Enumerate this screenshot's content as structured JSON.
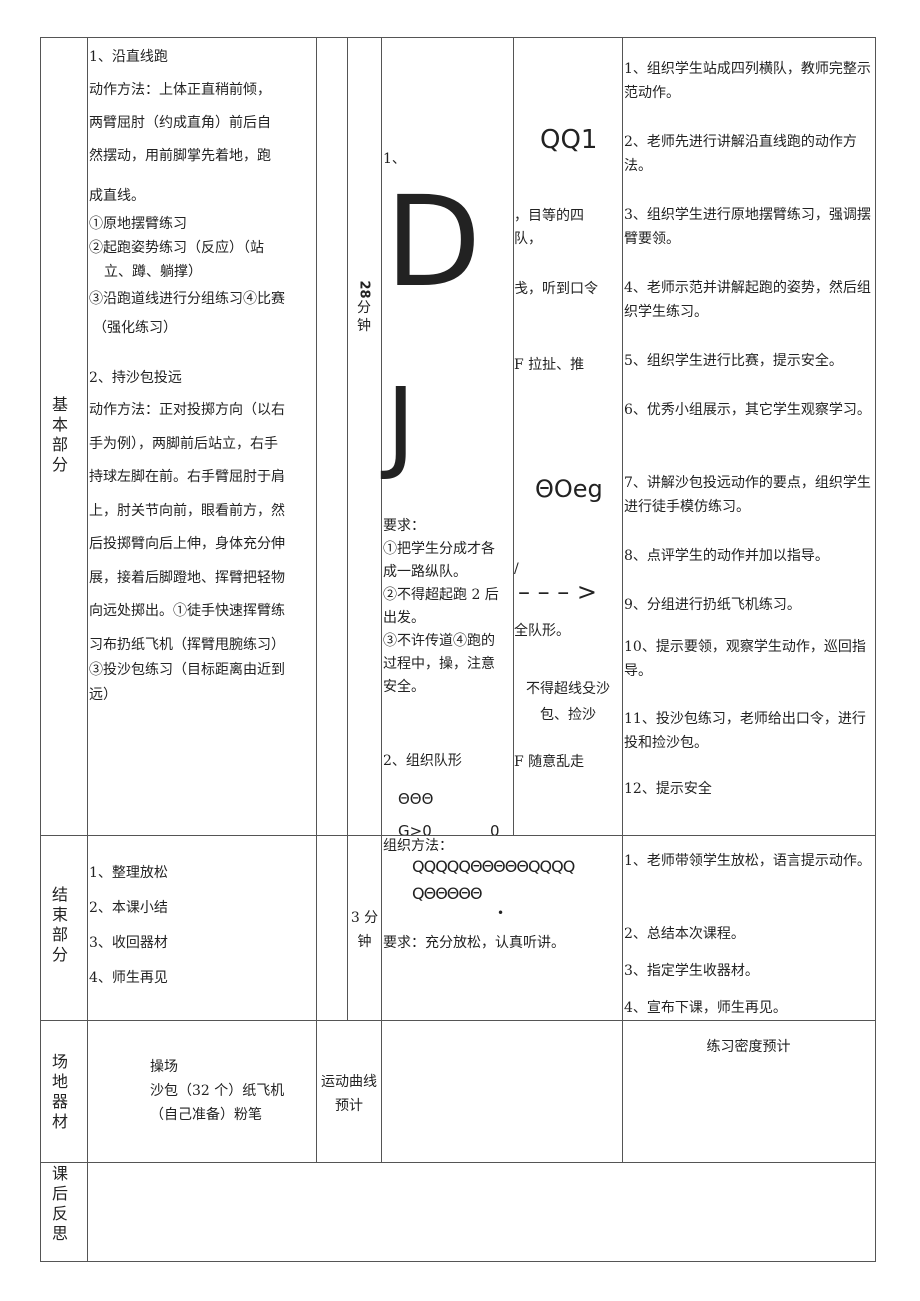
{
  "basic": {
    "label": "基本部分",
    "content": [
      "1、沿直线跑",
      "动作方法：上体正直稍前倾，",
      "两臂屈肘（约成直角）前后自",
      "然摆动，用前脚掌先着地，跑",
      "成直线。",
      "①原地摆臂练习",
      "②起跑姿势练习（反应）（站",
      "立、蹲、躺撑）",
      "③沿跑道线进行分组练习④比赛",
      "（强化练习）",
      "2、持沙包投远",
      "动作方法：正对投掷方向（以右",
      "手为例），两脚前后站立，右手",
      "持球左脚在前。右手臂屈肘于肩",
      "上，肘关节向前，眼看前方，然",
      "后投掷臂向后上伸，身体充分伸",
      "展，接着后脚蹬地、挥臂把轻物",
      "向远处掷出。①徒手快速挥臂练",
      "习布扔纸飞机（挥臂甩腕练习）",
      "③投沙包练习（目标距离由近到",
      "远）"
    ],
    "time": "28",
    "time_unit": "分钟",
    "org": {
      "num": "1、",
      "big1": "D",
      "big2": "J",
      "req_title": "要求：",
      "req": [
        "①把学生分成才各",
        "成一路纵队。",
        "②不得超起跑 2 后",
        "出发。",
        "③不许传道④跑的",
        "过程中，操，注意",
        "安全。"
      ],
      "form_title": "2、组织队形",
      "sym1": "ΘΘΘ",
      "sym2": "G>0",
      "sym3": "0"
    },
    "org2": {
      "sym1": "QQ1",
      "l1": "，目等的四",
      "l2": "队，",
      "l3": "戋，听到口令",
      "l4": "F 拉扯、推",
      "sym2": "ΘOeg",
      "slash": "/",
      "arrow": "– – – >",
      "l5": "全队形。",
      "l6": "不得超线殳沙",
      "l7": "包、捡沙",
      "l8": "F 随意乱走"
    },
    "teacher": [
      "1、组织学生站成四列横队，教师完整示范动作。",
      "2、老师先进行讲解沿直线跑的动作方法。",
      "3、组织学生进行原地摆臂练习，强调摆臂要领。",
      "4、老师示范并讲解起跑的姿势，然后组织学生练习。",
      "5、组织学生进行比赛，提示安全。",
      "6、优秀小组展示，其它学生观察学习。",
      "7、讲解沙包投远动作的要点，组织学生进行徒手模仿练习。",
      "8、点评学生的动作并加以指导。",
      "9、分组进行扔纸飞机练习。",
      "10、提示要领，观察学生动作，巡回指导。",
      "11、投沙包练习，老师给出口令，进行投和捡沙包。",
      "12、提示安全"
    ]
  },
  "end": {
    "label": "结束部分",
    "content": [
      "1、整理放松",
      "2、本课小结",
      "3、收回器材",
      "4、师生再见"
    ],
    "time": "3 分钟",
    "org_title": "组织方法：",
    "sym1": "QQQQQΘΘΘΘΘQQQQ",
    "sym2": "QΘΘΘΘΘ",
    "dot": "•",
    "req": "要求：充分放松，认真听讲。",
    "teacher": [
      "1、老师带领学生放松，语言提示动作。",
      "2、总结本次课程。",
      "3、指定学生收器材。",
      "4、宣布下课，师生再见。"
    ]
  },
  "venue": {
    "label": "场地器材",
    "content": [
      "操场",
      "沙包（32 个）纸飞机",
      "（自己准备）粉笔"
    ],
    "curve": "运动曲线预计",
    "density": "练习密度预计"
  },
  "reflection": {
    "label": "课后反思"
  }
}
